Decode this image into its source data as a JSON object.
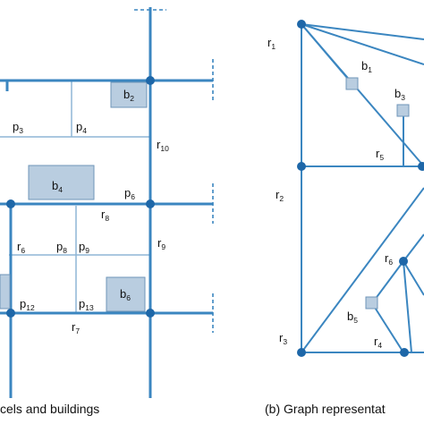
{
  "colors": {
    "road": "#3b86c0",
    "parcel_line": "#8fb5d6",
    "building_fill": "#b9cde0",
    "building_stroke": "#6f95b8",
    "node": "#1e67a8",
    "text": "#111111"
  },
  "left_panel": {
    "caption": "cels and buildings",
    "labels": {
      "b2": {
        "main": "b",
        "sub": "2"
      },
      "b4": {
        "main": "b",
        "sub": "4"
      },
      "b6": {
        "main": "b",
        "sub": "6"
      },
      "p3": {
        "main": "p",
        "sub": "3"
      },
      "p4": {
        "main": "p",
        "sub": "4"
      },
      "p6": {
        "main": "p",
        "sub": "6"
      },
      "p8": {
        "main": "p",
        "sub": "8"
      },
      "p9": {
        "main": "p",
        "sub": "9"
      },
      "p12": {
        "main": "p",
        "sub": "12"
      },
      "p13": {
        "main": "p",
        "sub": "13"
      },
      "r6": {
        "main": "r",
        "sub": "6"
      },
      "r7": {
        "main": "r",
        "sub": "7"
      },
      "r8": {
        "main": "r",
        "sub": "8"
      },
      "r9": {
        "main": "r",
        "sub": "9"
      },
      "r10": {
        "main": "r",
        "sub": "10"
      }
    }
  },
  "right_panel": {
    "caption": "(b) Graph representat",
    "labels": {
      "r1": {
        "main": "r",
        "sub": "1"
      },
      "r2": {
        "main": "r",
        "sub": "2"
      },
      "r3": {
        "main": "r",
        "sub": "3"
      },
      "r4": {
        "main": "r",
        "sub": "4"
      },
      "r5": {
        "main": "r",
        "sub": "5"
      },
      "r6": {
        "main": "r",
        "sub": "6"
      },
      "b1": {
        "main": "b",
        "sub": "1"
      },
      "b3": {
        "main": "b",
        "sub": "3"
      },
      "b5": {
        "main": "b",
        "sub": "5"
      }
    }
  }
}
